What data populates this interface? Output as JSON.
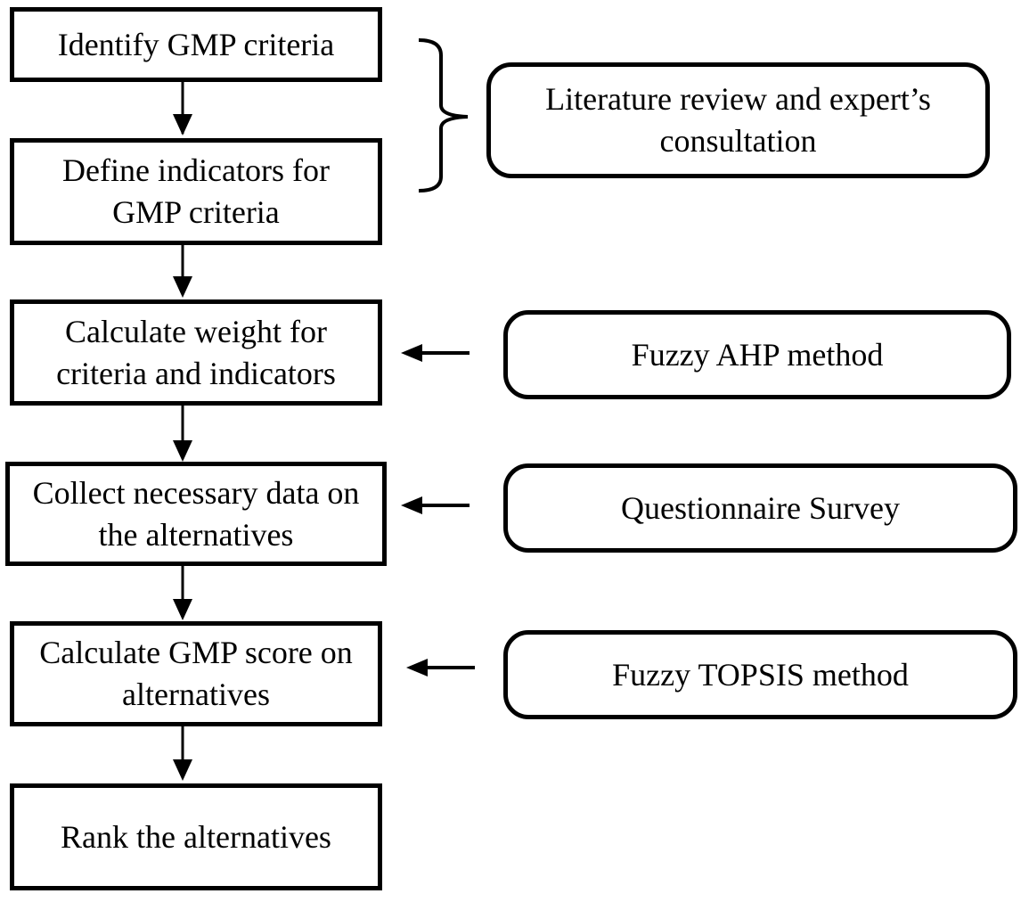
{
  "steps": [
    "Identify  GMP criteria",
    "Define  indicators  for\nGMP criteria",
    "Calculate  weight  for\ncriteria  and indicators",
    "Collect necessary data on\nthe alternatives",
    "Calculate  GMP score on\nalternatives",
    "Rank the alternatives"
  ],
  "methods": [
    "Literature  review  and expert’s\nconsultation",
    "Fuzzy  AHP method",
    "Questionnaire  Survey",
    "Fuzzy  TOPSIS method"
  ],
  "colors": {
    "stroke": "#000000",
    "background": "#ffffff"
  }
}
